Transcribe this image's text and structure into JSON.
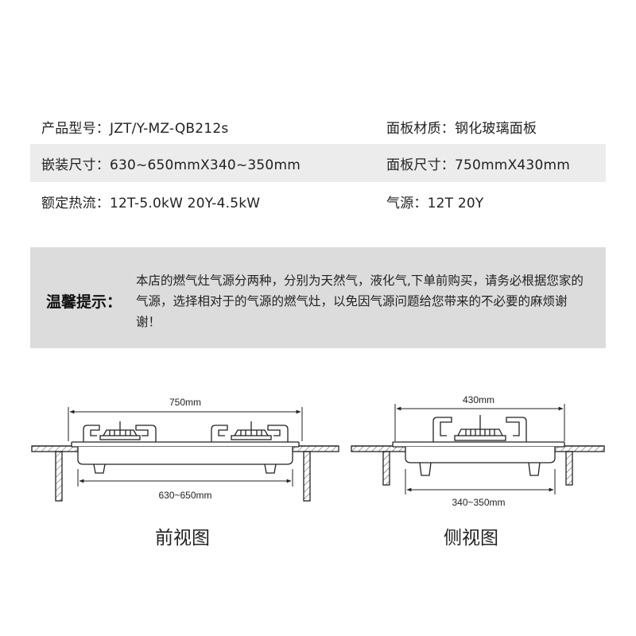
{
  "specs": {
    "row1": {
      "left": "产品型号：JZT/Y-MZ-QB212s",
      "right": "面板材质：钢化玻璃面板"
    },
    "row2": {
      "left": "嵌装尺寸：630~650mmX340~350mm",
      "right": "面板尺寸：750mmX430mm"
    },
    "row3": {
      "left": "额定热流：12T-5.0kW   20Y-4.5kW",
      "right": "气源：12T 20Y"
    }
  },
  "notice": {
    "label": "温馨提示：",
    "text": "本店的燃气灶气源分两种，分别为天然气，液化气,下单前购买，请务必根据您家的气源，选择相对于的气源的燃气灶，以免因气源问题给您带来的不必要的麻烦谢谢！"
  },
  "front_view": {
    "caption": "前视图",
    "panel_width_label": "750mm",
    "cutout_width_label": "630~650mm"
  },
  "side_view": {
    "caption": "侧视图",
    "panel_depth_label": "430mm",
    "cutout_depth_label": "340~350mm"
  },
  "colors": {
    "shaded_row": "#ececec",
    "notice_bg": "#dcdcdc",
    "line": "#222222"
  }
}
